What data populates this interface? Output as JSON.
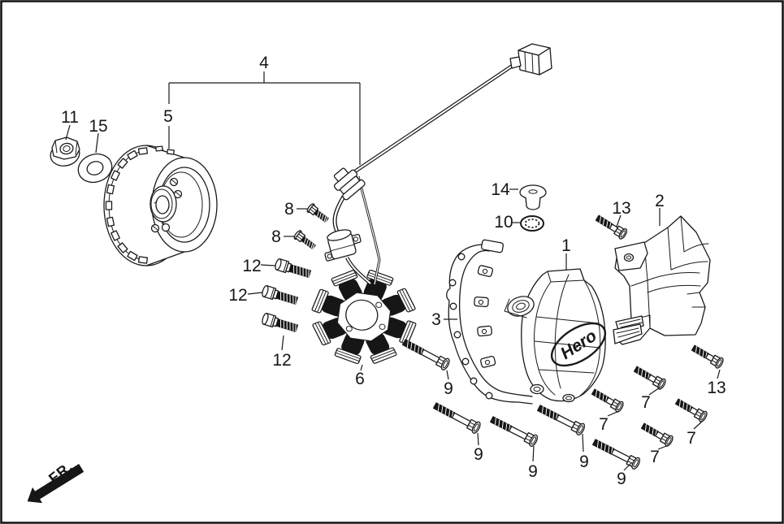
{
  "figure": {
    "front_indicator": "FR.",
    "brand_logo": "Hero"
  },
  "labels": {
    "part1": "1",
    "part2": "2",
    "part3": "3",
    "part4": "4",
    "part5": "5",
    "part6": "6",
    "part7a": "7",
    "part7b": "7",
    "part7c": "7",
    "part7d": "7",
    "part8a": "8",
    "part8b": "8",
    "part9a": "9",
    "part9b": "9",
    "part9c": "9",
    "part9d": "9",
    "part9e": "9",
    "part10": "10",
    "part11": "11",
    "part12a": "12",
    "part12b": "12",
    "part12c": "12",
    "part13a": "13",
    "part13b": "13",
    "part14": "14",
    "part15": "15"
  }
}
